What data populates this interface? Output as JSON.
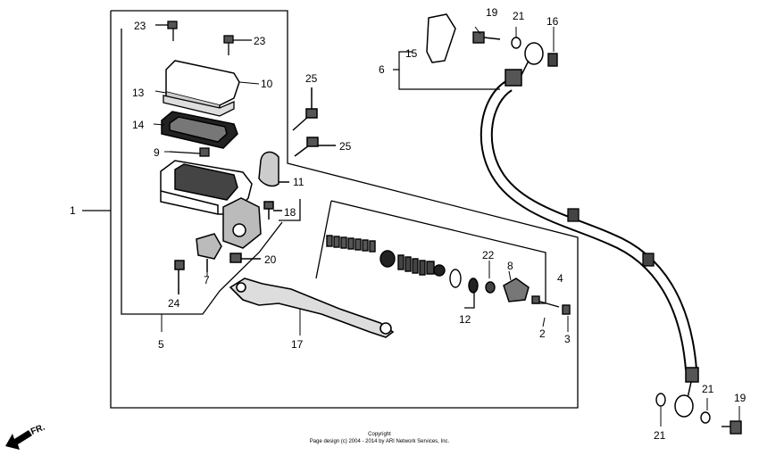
{
  "diagram": {
    "callouts": {
      "c1": "1",
      "c2": "2",
      "c3": "3",
      "c4": "4",
      "c5": "5",
      "c6": "6",
      "c7": "7",
      "c8": "8",
      "c9": "9",
      "c10": "10",
      "c11": "11",
      "c12": "12",
      "c13": "13",
      "c14": "14",
      "c15": "15",
      "c16": "16",
      "c17": "17",
      "c18": "18",
      "c19a": "19",
      "c19b": "19",
      "c20": "20",
      "c21a": "21",
      "c21b": "21",
      "c21c": "21",
      "c22": "22",
      "c23a": "23",
      "c23b": "23",
      "c24": "24",
      "c25a": "25",
      "c25b": "25"
    },
    "front_indicator": "FR.",
    "copyright_line1": "Copyright",
    "copyright_line2": "Page design (c) 2004 - 2014 by ARI Network Services, Inc."
  }
}
